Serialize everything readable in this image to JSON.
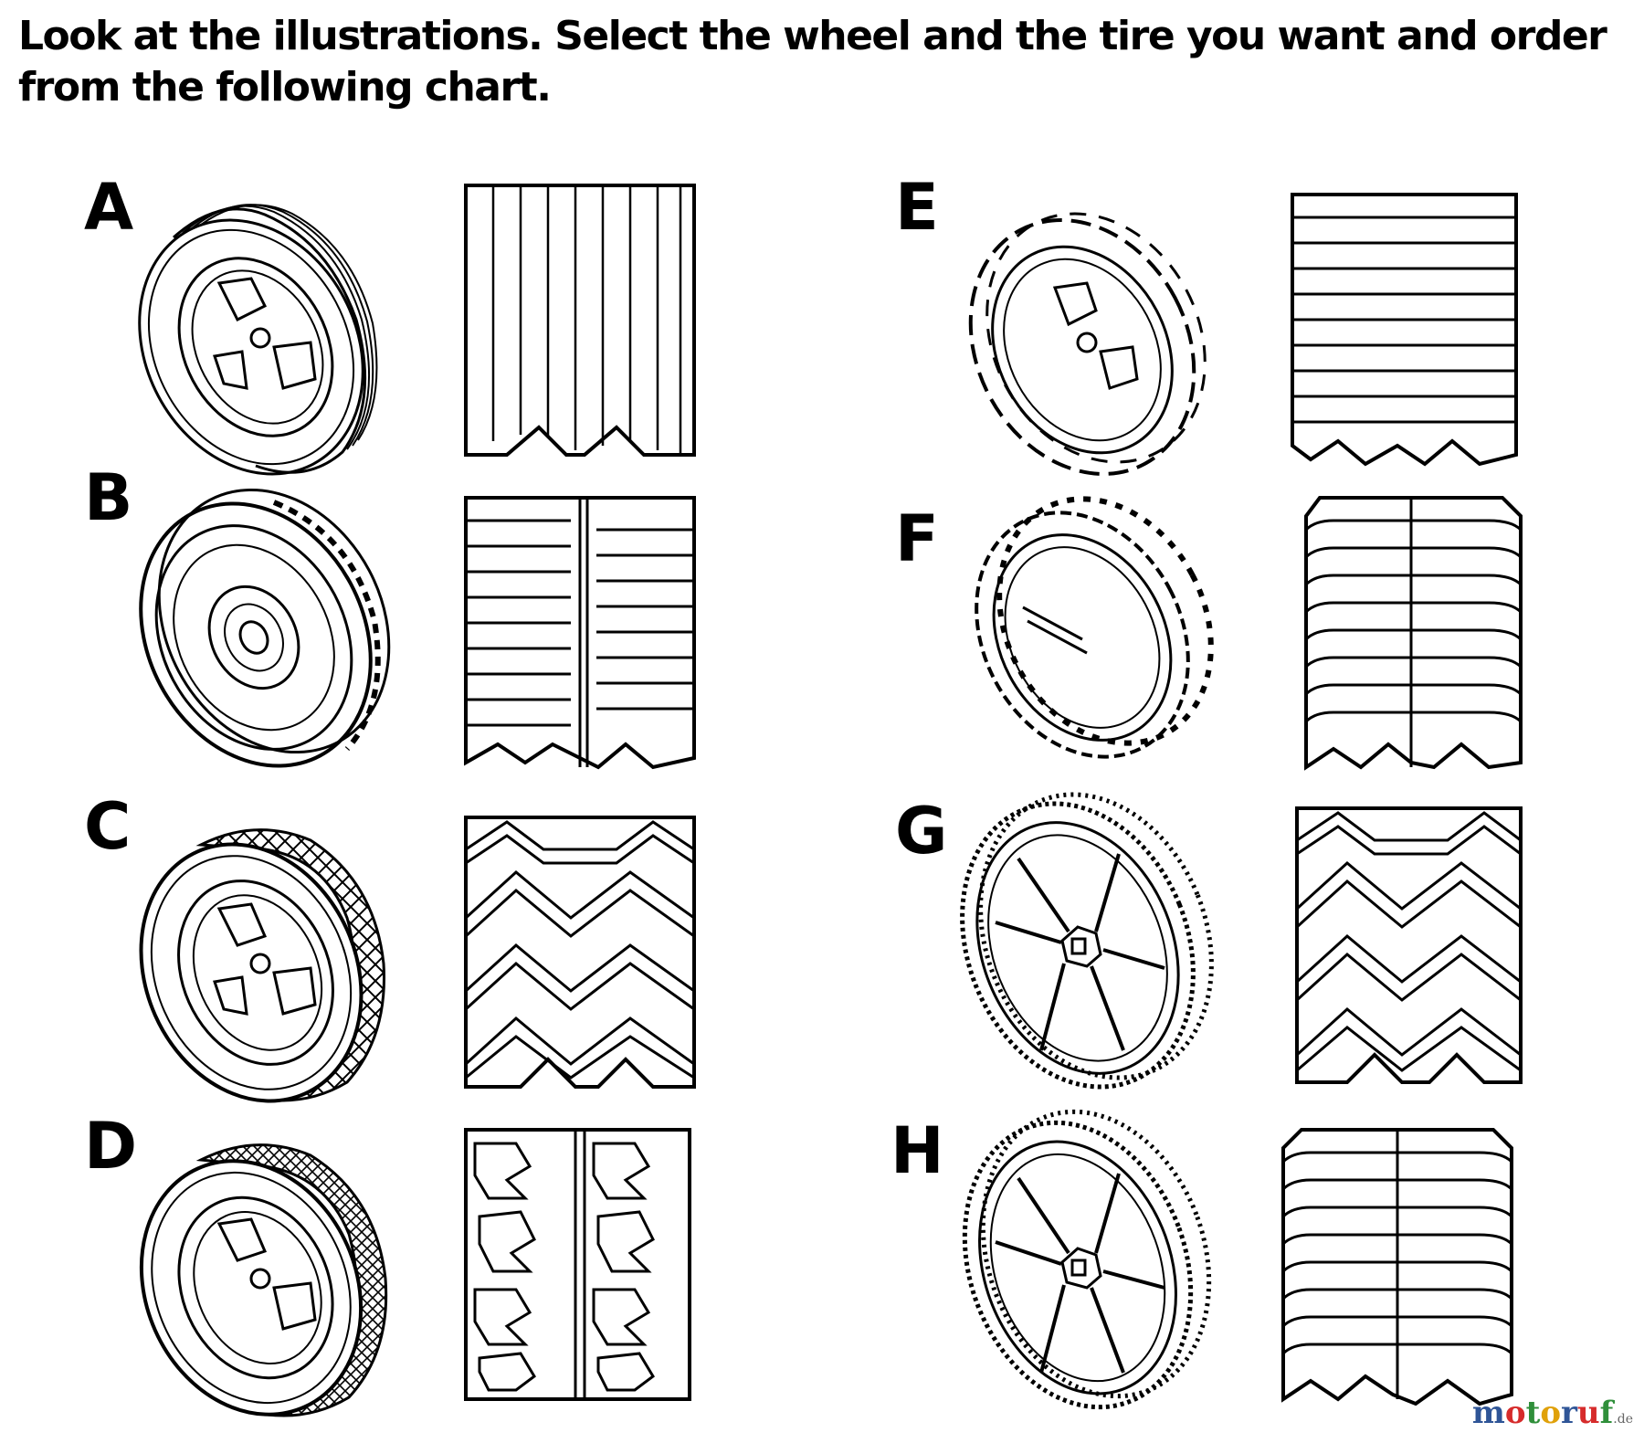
{
  "instructions": "Look at the illustrations. Select the wheel and the tire you want and order from the following chart.",
  "items": [
    {
      "letter": "A",
      "wheel_tread": "ribbed",
      "tire_pattern": "vertical-ribs"
    },
    {
      "letter": "B",
      "wheel_tread": "bar-lug",
      "tire_pattern": "split-horizontal-bars"
    },
    {
      "letter": "C",
      "wheel_tread": "diamond",
      "tire_pattern": "chevron"
    },
    {
      "letter": "D",
      "wheel_tread": "diamond",
      "tire_pattern": "split-block"
    },
    {
      "letter": "E",
      "wheel_tread": "lug",
      "tire_pattern": "horizontal-bars"
    },
    {
      "letter": "F",
      "wheel_tread": "bar-lug",
      "tire_pattern": "stacked-bars"
    },
    {
      "letter": "G",
      "wheel_tread": "knobby",
      "tire_pattern": "chevron"
    },
    {
      "letter": "H",
      "wheel_tread": "knobby",
      "tire_pattern": "stacked-bars"
    }
  ],
  "watermark": {
    "letters": [
      "m",
      "o",
      "t",
      "o",
      "r",
      "u",
      "f"
    ],
    "colors": [
      "#2f5597",
      "#d62b2b",
      "#2f8f3a",
      "#e0a10a",
      "#2f5597",
      "#d62b2b",
      "#2f8f3a"
    ],
    "suffix": ".de"
  }
}
